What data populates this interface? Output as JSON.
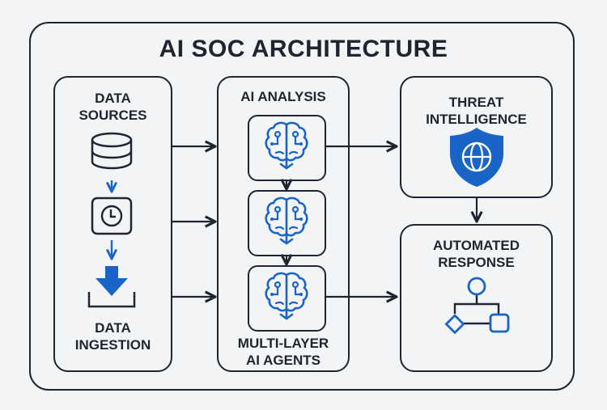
{
  "diagram": {
    "title": "AI SOC ARCHITECTURE",
    "accent_color": "#1a64c8",
    "line_color": "#1f2530",
    "nodes": {
      "data_sources": {
        "label_line1": "DATA",
        "label_line2": "SOURCES",
        "icons": [
          "database-icon",
          "clock-icon",
          "download-icon"
        ]
      },
      "data_ingestion": {
        "label_line1": "DATA",
        "label_line2": "INGESTION"
      },
      "ai_analysis": {
        "label": "AI ANALYSIS",
        "layers": [
          "brain-icon",
          "brain-icon",
          "brain-icon"
        ]
      },
      "multi_layer": {
        "label_line1": "MULTI-LAYER",
        "label_line2": "AI AGENTS"
      },
      "threat_intel": {
        "label_line1": "THREAT",
        "label_line2": "INTELLIGENCE",
        "icon": "shield-globe-icon"
      },
      "automated_response": {
        "label_line1": "AUTOMATED",
        "label_line2": "RESPONSE",
        "icon": "workflow-icon"
      }
    },
    "edges": [
      {
        "from": "data_sources",
        "to": "ai_analysis"
      },
      {
        "from": "data_sources",
        "to": "ai_analysis"
      },
      {
        "from": "data_ingestion",
        "to": "ai_analysis"
      },
      {
        "from": "ai_layer_1",
        "to": "ai_layer_2"
      },
      {
        "from": "ai_layer_2",
        "to": "ai_layer_3"
      },
      {
        "from": "ai_layer_1",
        "to": "threat_intel"
      },
      {
        "from": "ai_layer_3",
        "to": "automated_response"
      },
      {
        "from": "threat_intel",
        "to": "automated_response"
      }
    ]
  }
}
